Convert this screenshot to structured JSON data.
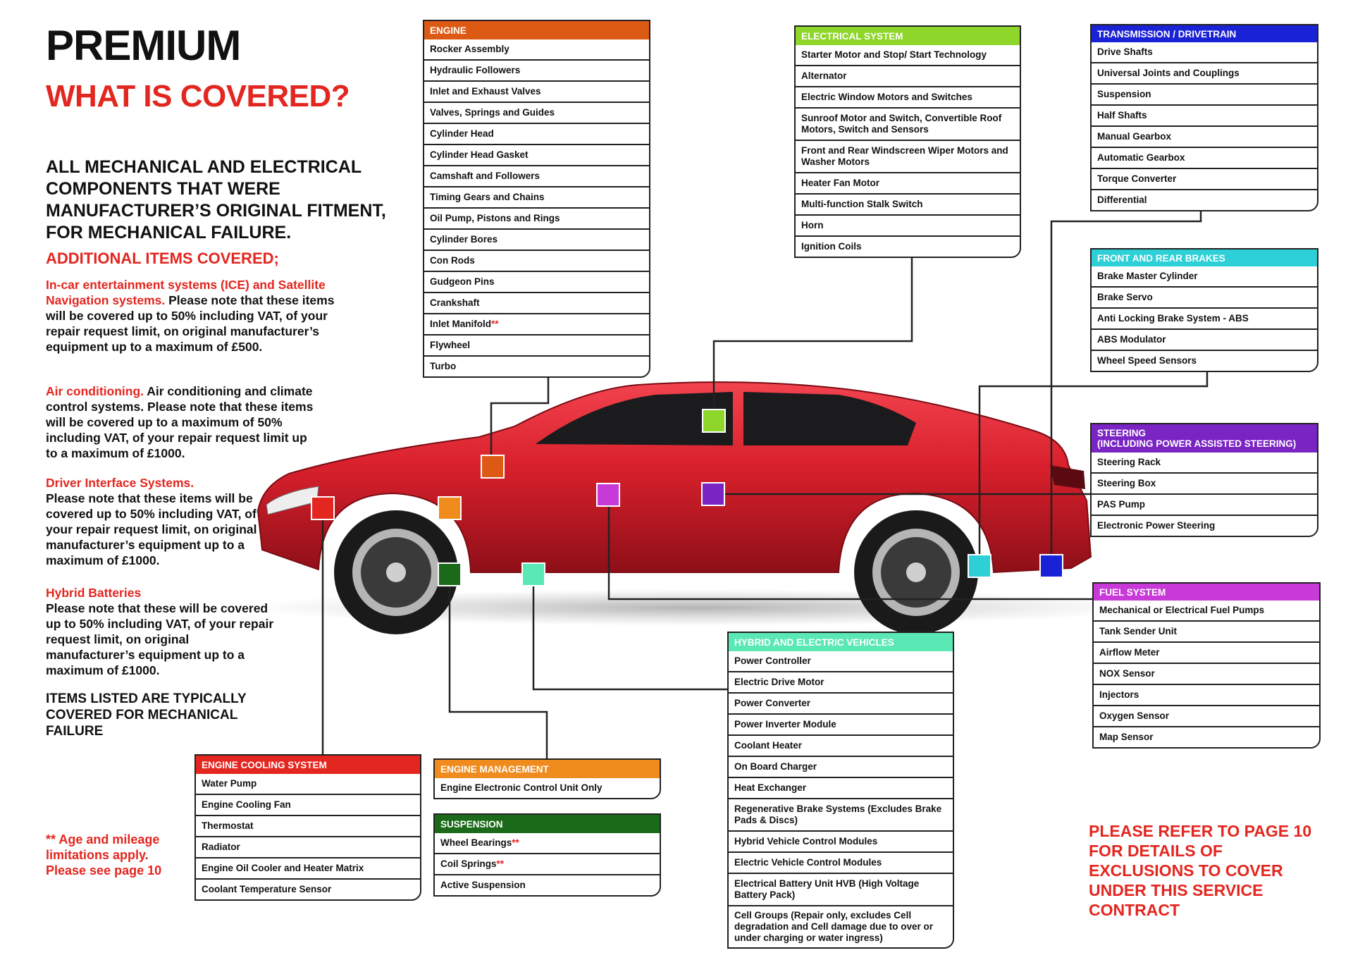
{
  "title": "PREMIUM",
  "subtitle": "WHAT IS COVERED?",
  "intro": "ALL MECHANICAL AND ELECTRICAL COMPONENTS THAT WERE MANUFACTURER’S ORIGINAL FITMENT, FOR MECHANICAL FAILURE.",
  "additional_heading": "ADDITIONAL ITEMS COVERED;",
  "notes": [
    {
      "lead": "In-car entertainment systems (ICE) and Satellite Navigation systems.",
      "body": " Please note that these items will be covered up to 50% including VAT, of your repair request limit, on original manufacturer’s equipment up to a maximum of £500."
    },
    {
      "lead": "Air conditioning.",
      "body": " Air conditioning and climate control systems. Please note that these items will be covered up to a maximum of 50% including VAT, of your repair request limit up to a maximum of £1000."
    },
    {
      "lead": "Driver Interface Systems.",
      "body": "Please note that these items will be covered up to 50% including VAT, of your repair request limit, on original manufacturer’s equipment up to a maximum of £1000."
    },
    {
      "lead": "Hybrid Batteries",
      "body": "Please note that these will be covered up to 50% including VAT, of your repair request limit, on original manufacturer’s equipment up to a maximum of £1000."
    }
  ],
  "items_listed": "ITEMS LISTED ARE TYPICALLY COVERED FOR MECHANICAL FAILURE",
  "age_note": "** Age and mileage limitations apply. Please see page 10",
  "refer_note": "PLEASE REFER TO PAGE 10 FOR DETAILS OF EXCLUSIONS TO COVER UNDER THIS SERVICE CONTRACT",
  "stars": "**",
  "colors": {
    "engine": "#dd5a14",
    "electrical": "#8ed62a",
    "transmission": "#1a22d6",
    "brakes": "#2ed0d8",
    "steering": "#7a24c4",
    "fuel": "#c83ad8",
    "hybrid": "#5ae8b4",
    "cooling": "#e3261f",
    "management": "#f08c1e",
    "suspension": "#1b6a1a",
    "accent_red": "#e3261f",
    "car_body": "#d8202c"
  },
  "sections": {
    "engine": {
      "title": "ENGINE",
      "items": [
        "Rocker Assembly",
        "Hydraulic Followers",
        "Inlet and Exhaust Valves",
        "Valves, Springs and Guides",
        "Cylinder Head",
        "Cylinder Head Gasket",
        "Camshaft and Followers",
        "Timing Gears and Chains",
        "Oil Pump, Pistons and Rings",
        "Cylinder Bores",
        "Con Rods",
        "Gudgeon Pins",
        "Crankshaft",
        "Inlet Manifold",
        "Flywheel",
        "Turbo"
      ]
    },
    "electrical": {
      "title": "ELECTRICAL SYSTEM",
      "items": [
        "Starter Motor and Stop/ Start Technology",
        "Alternator",
        "Electric Window Motors and Switches",
        "Sunroof Motor and Switch, Convertible Roof Motors, Switch and Sensors",
        "Front and Rear Windscreen Wiper Motors and Washer Motors",
        "Heater Fan Motor",
        "Multi-function Stalk Switch",
        "Horn",
        "Ignition Coils"
      ]
    },
    "transmission": {
      "title": "TRANSMISSION / DRIVETRAIN",
      "items": [
        "Drive Shafts",
        "Universal Joints and Couplings",
        "Suspension",
        "Half Shafts",
        "Manual Gearbox",
        "Automatic Gearbox",
        "Torque Converter",
        "Differential"
      ]
    },
    "brakes": {
      "title": "FRONT AND REAR BRAKES",
      "items": [
        "Brake Master Cylinder",
        "Brake Servo",
        "Anti Locking Brake System - ABS",
        "ABS Modulator",
        "Wheel Speed Sensors"
      ]
    },
    "steering": {
      "title": "STEERING",
      "title2": "(INCLUDING POWER ASSISTED STEERING)",
      "items": [
        "Steering Rack",
        "Steering Box",
        "PAS Pump",
        "Electronic Power Steering"
      ]
    },
    "fuel": {
      "title": "FUEL SYSTEM",
      "items": [
        "Mechanical or Electrical Fuel Pumps",
        "Tank Sender Unit",
        "Airflow Meter",
        "NOX Sensor",
        "Injectors",
        "Oxygen Sensor",
        "Map Sensor"
      ]
    },
    "hybrid": {
      "title": "HYBRID AND ELECTRIC VEHICLES",
      "items": [
        "Power Controller",
        "Electric Drive Motor",
        "Power Converter",
        "Power Inverter Module",
        "Coolant Heater",
        "On Board Charger",
        "Heat Exchanger",
        "Regenerative Brake Systems (Excludes Brake Pads & Discs)",
        "Hybrid Vehicle Control Modules",
        "Electric Vehicle Control Modules",
        "Electrical Battery Unit HVB (High Voltage Battery Pack)",
        "Cell Groups (Repair only, excludes Cell degradation and Cell damage due to over or under charging or water ingress)"
      ]
    },
    "cooling": {
      "title": "ENGINE COOLING SYSTEM",
      "items": [
        "Water Pump",
        "Engine Cooling Fan",
        "Thermostat",
        "Radiator",
        "Engine Oil Cooler and Heater Matrix",
        "Coolant Temperature Sensor"
      ]
    },
    "management": {
      "title": "ENGINE MANAGEMENT",
      "items": [
        "Engine Electronic Control Unit Only"
      ]
    },
    "suspension": {
      "title": "SUSPENSION",
      "items": [
        "Wheel Bearings",
        "Coil Springs",
        "Active Suspension"
      ]
    }
  }
}
